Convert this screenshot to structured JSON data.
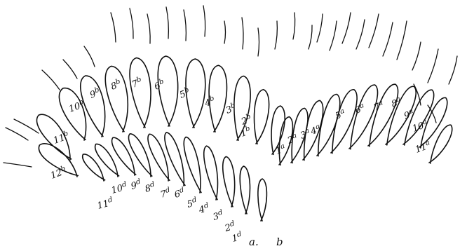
{
  "figure": {
    "ink_color": "#111111",
    "background_color": "#ffffff",
    "row_b_labels": [
      {
        "num": "1",
        "sup": "b"
      },
      {
        "num": "2",
        "sup": "b"
      },
      {
        "num": "3",
        "sup": "b"
      },
      {
        "num": "4",
        "sup": "b"
      },
      {
        "num": "5",
        "sup": "b"
      },
      {
        "num": "6",
        "sup": "b"
      },
      {
        "num": "7",
        "sup": "b"
      },
      {
        "num": "8",
        "sup": "b"
      },
      {
        "num": "9",
        "sup": "b"
      },
      {
        "num": "10",
        "sup": "b"
      },
      {
        "num": "11",
        "sup": "b"
      },
      {
        "num": "12",
        "sup": "b"
      }
    ],
    "row_a_labels": [
      {
        "num": "1",
        "sup": "a"
      },
      {
        "num": "2",
        "sup": "a"
      },
      {
        "num": "3",
        "sup": "a"
      },
      {
        "num": "4",
        "sup": "a"
      },
      {
        "num": "5",
        "sup": "a"
      },
      {
        "num": "6",
        "sup": "a"
      },
      {
        "num": "7",
        "sup": "a"
      },
      {
        "num": "8",
        "sup": "a"
      },
      {
        "num": "9",
        "sup": "a"
      },
      {
        "num": "10",
        "sup": "a"
      },
      {
        "num": "11",
        "sup": "a"
      }
    ],
    "row_d_labels": [
      {
        "num": "1",
        "sup": "d"
      },
      {
        "num": "2",
        "sup": "d"
      },
      {
        "num": "3",
        "sup": "d"
      },
      {
        "num": "4",
        "sup": "d"
      },
      {
        "num": "5",
        "sup": "d"
      },
      {
        "num": "6",
        "sup": "d"
      },
      {
        "num": "7",
        "sup": "d"
      },
      {
        "num": "8",
        "sup": "d"
      },
      {
        "num": "9",
        "sup": "d"
      },
      {
        "num": "10",
        "sup": "d"
      },
      {
        "num": "11",
        "sup": "d"
      }
    ],
    "bottom_labels": [
      "a.",
      "b"
    ]
  }
}
